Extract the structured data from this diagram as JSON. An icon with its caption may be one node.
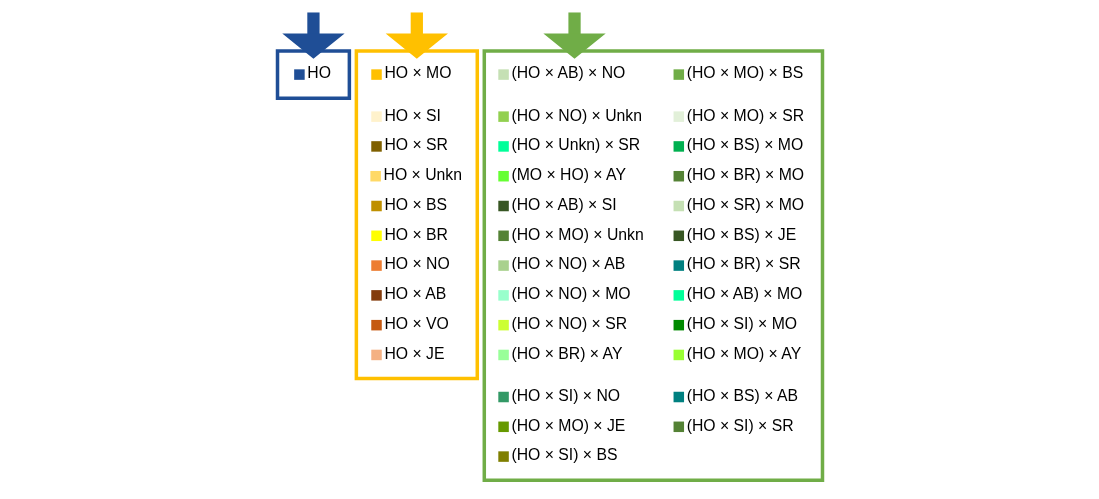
{
  "diagram": {
    "nodes": [
      {
        "text": [],
        "shape": "box"
      },
      {
        "text": [],
        "shape": "box"
      },
      {
        "text": [],
        "shape": "box"
      }
    ],
    "edges": [
      {
        "from": null,
        "to": 0,
        "arrow": "to",
        "color": "#1f4e96"
      },
      {
        "from": null,
        "to": 1,
        "arrow": "to",
        "color": "#ffc000"
      },
      {
        "from": null,
        "to": 2,
        "arrow": "to",
        "color": "#70ad47"
      }
    ],
    "legend": [
      {
        "text": "HO",
        "color": "#1f4e96"
      },
      {
        "text": "HO × MO",
        "color": "#ffc000"
      },
      {
        "text": "HO × SI",
        "color": "#fff2cc"
      },
      {
        "text": "HO × SR",
        "color": "#7f6000"
      },
      {
        "text": "HO × Unkn",
        "color": "#ffd966"
      },
      {
        "text": "HO × BS",
        "color": "#bf9000"
      },
      {
        "text": "HO × BR",
        "color": "#ffff00"
      },
      {
        "text": "HO × NO",
        "color": "#ed7d31"
      },
      {
        "text": "HO × AB",
        "color": "#843c0c"
      },
      {
        "text": "HO × VO",
        "color": "#c55a11"
      },
      {
        "text": "HO × JE",
        "color": "#f4b183"
      },
      {
        "text": "(HO × AB) × NO",
        "color": "#c5e0b4"
      },
      {
        "text": "(HO × NO) × Unkn",
        "color": "#92d050"
      },
      {
        "text": "(HO × Unkn) × SR",
        "color": "#00ff99"
      },
      {
        "text": "(MO × HO) × AY",
        "color": "#66ff33"
      },
      {
        "text": "(HO × AB) × SI",
        "color": "#375623"
      },
      {
        "text": "(HO × MO) × Unkn",
        "color": "#548235"
      },
      {
        "text": "(HO × NO) × AB",
        "color": "#a9d18e"
      },
      {
        "text": "(HO × NO) × MO",
        "color": "#99ffcc"
      },
      {
        "text": "(HO × NO) × SR",
        "color": "#ccff33"
      },
      {
        "text": "(HO × BR) × AY",
        "color": "#99ff99"
      },
      {
        "text": "(HO × SI) × NO",
        "color": "#339966"
      },
      {
        "text": "(HO × MO) × JE",
        "color": "#669900"
      },
      {
        "text": "(HO × SI) × BS",
        "color": "#7f7f00"
      },
      {
        "text": "(HO × MO) × BS",
        "color": "#70ad47"
      },
      {
        "text": "(HO × MO) × SR",
        "color": "#e2f0d9"
      },
      {
        "text": "(HO × BS) × MO",
        "color": "#00b050"
      },
      {
        "text": "(HO × BR) × MO",
        "color": "#548235"
      },
      {
        "text": "(HO × SR) × MO",
        "color": "#c5e0b4"
      },
      {
        "text": "(HO × BS) × JE",
        "color": "#375623"
      },
      {
        "text": "(HO × BR) × SR",
        "color": "#008080"
      },
      {
        "text": "(HO × AB) × MO",
        "color": "#00ff99"
      },
      {
        "text": "(HO × SI) × MO",
        "color": "#008a00"
      },
      {
        "text": "(HO × MO) × AY",
        "color": "#99ff33"
      },
      {
        "text": "(HO × BS) × AB",
        "color": "#008080"
      },
      {
        "text": "(HO × SI) × SR",
        "color": "#548235"
      }
    ]
  }
}
